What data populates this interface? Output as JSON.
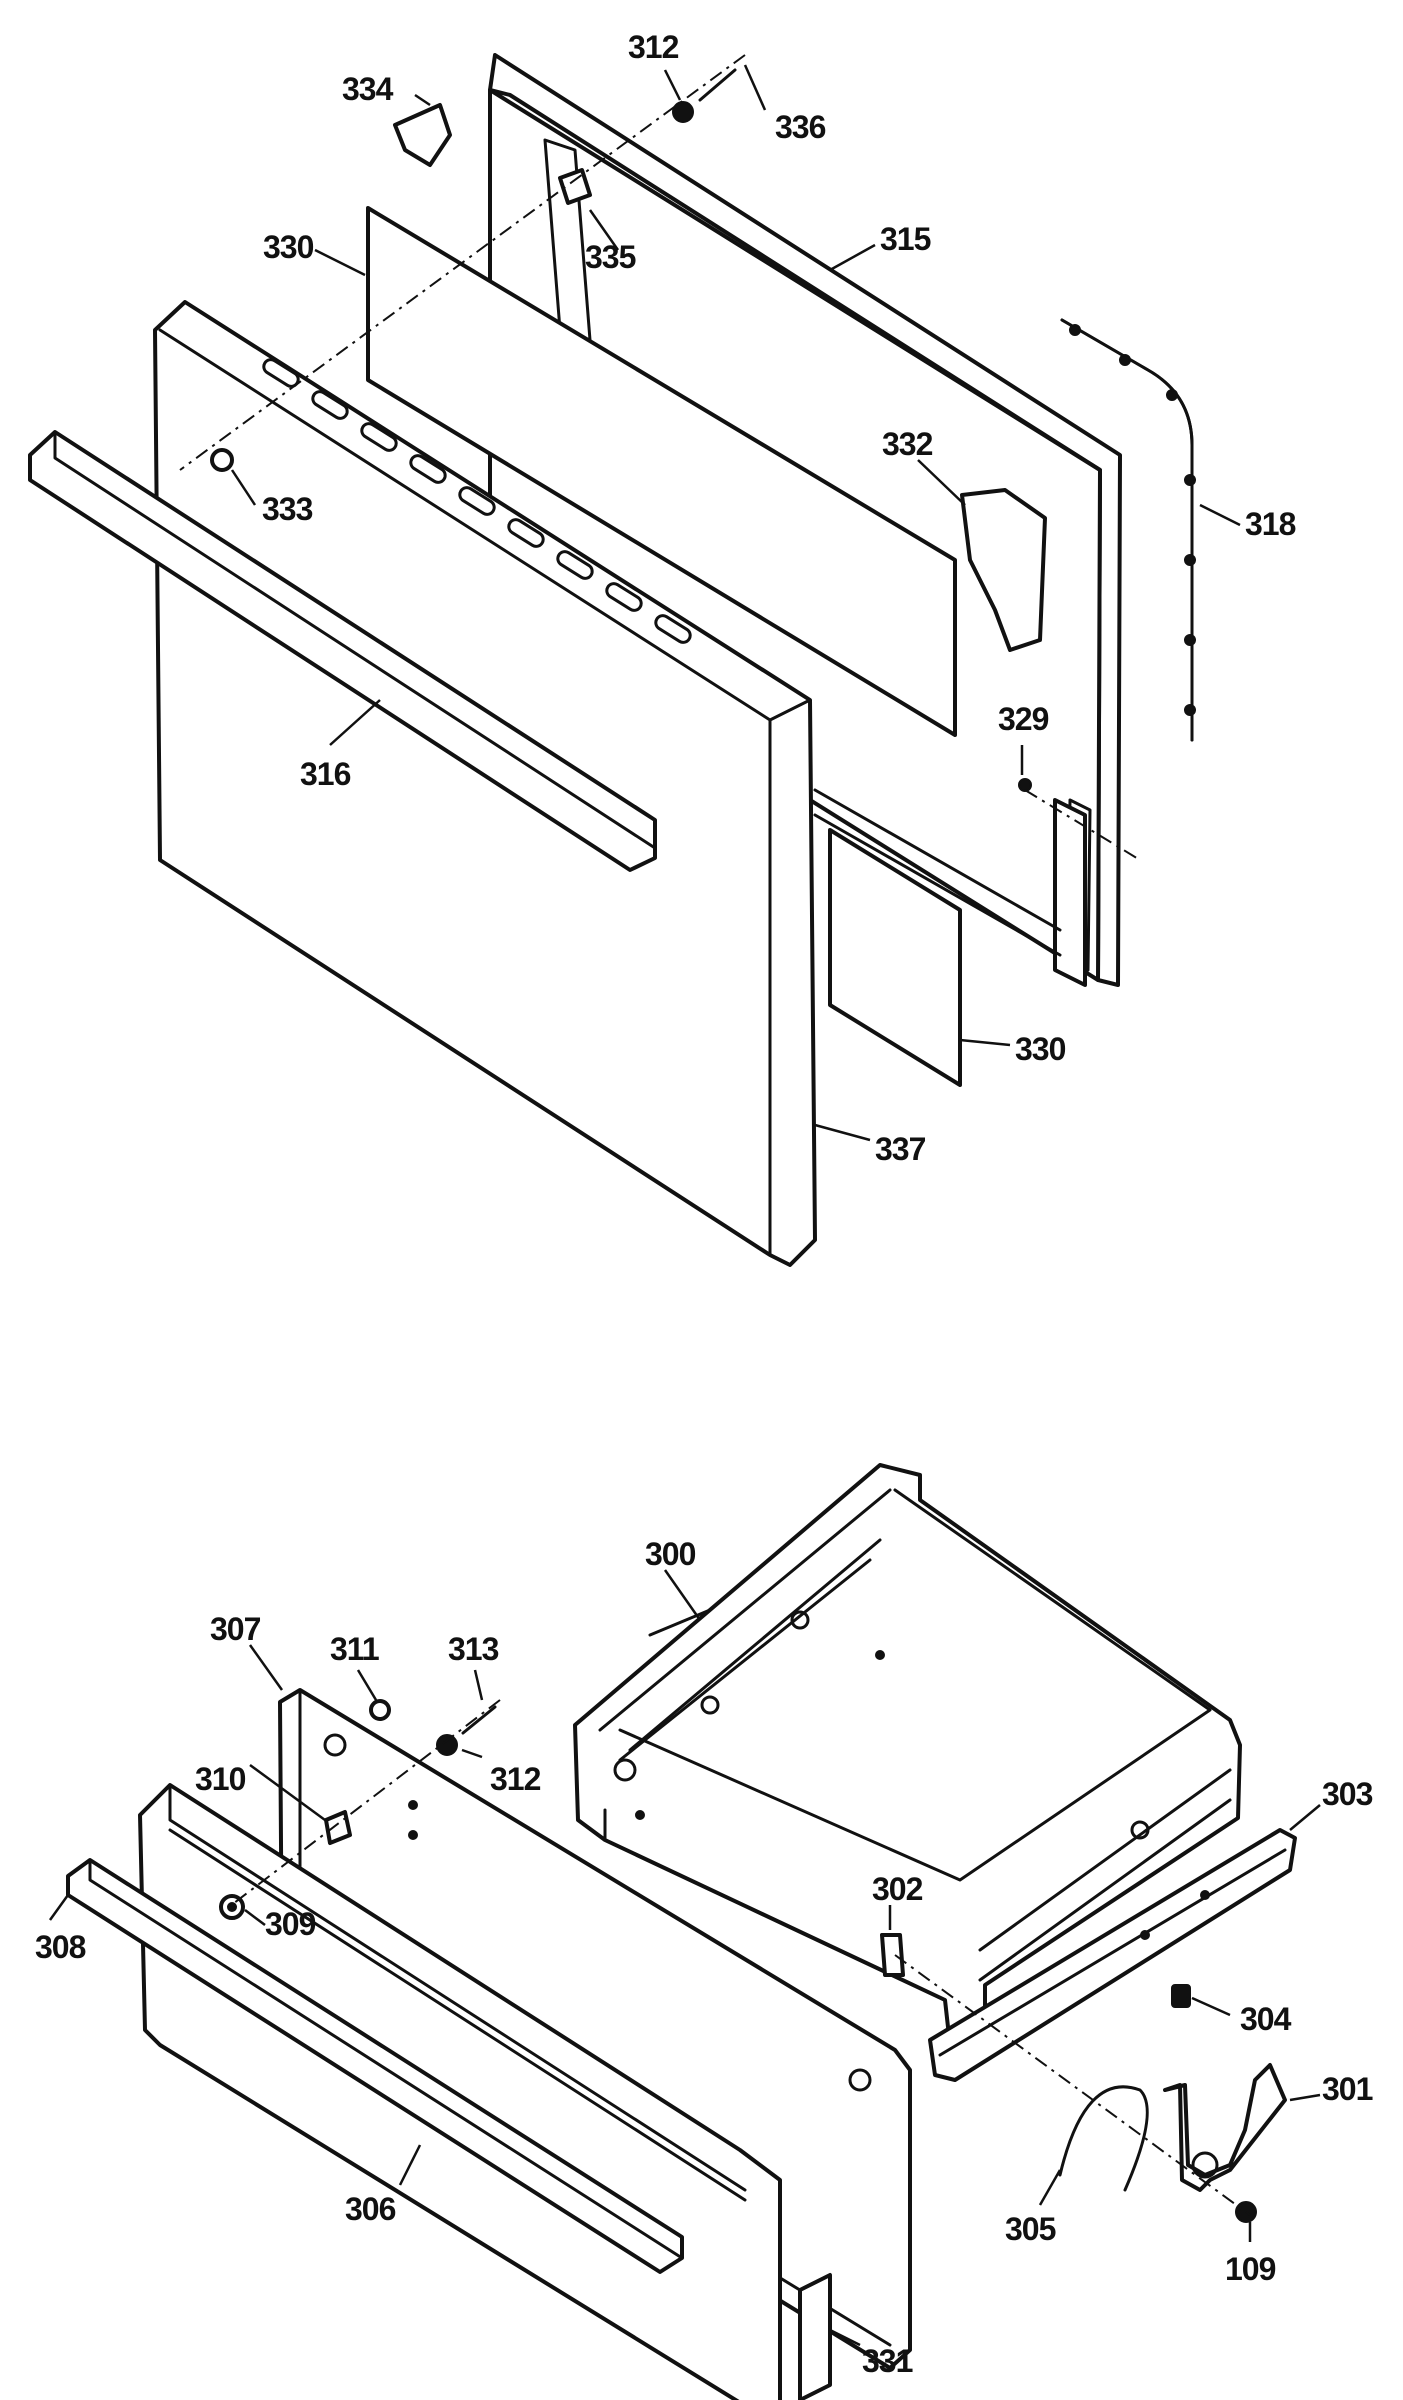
{
  "callouts": {
    "c334": "334",
    "c312a": "312",
    "c336": "336",
    "c330a": "330",
    "c335": "335",
    "c315": "315",
    "c332": "332",
    "c318": "318",
    "c333": "333",
    "c329": "329",
    "c316": "316",
    "c330b": "330",
    "c337": "337",
    "c300": "300",
    "c307": "307",
    "c311": "311",
    "c313": "313",
    "c312b": "312",
    "c310": "310",
    "c303": "303",
    "c302": "302",
    "c309": "309",
    "c308": "308",
    "c304": "304",
    "c301": "301",
    "c305": "305",
    "c306": "306",
    "c109": "109",
    "c331": "331"
  }
}
